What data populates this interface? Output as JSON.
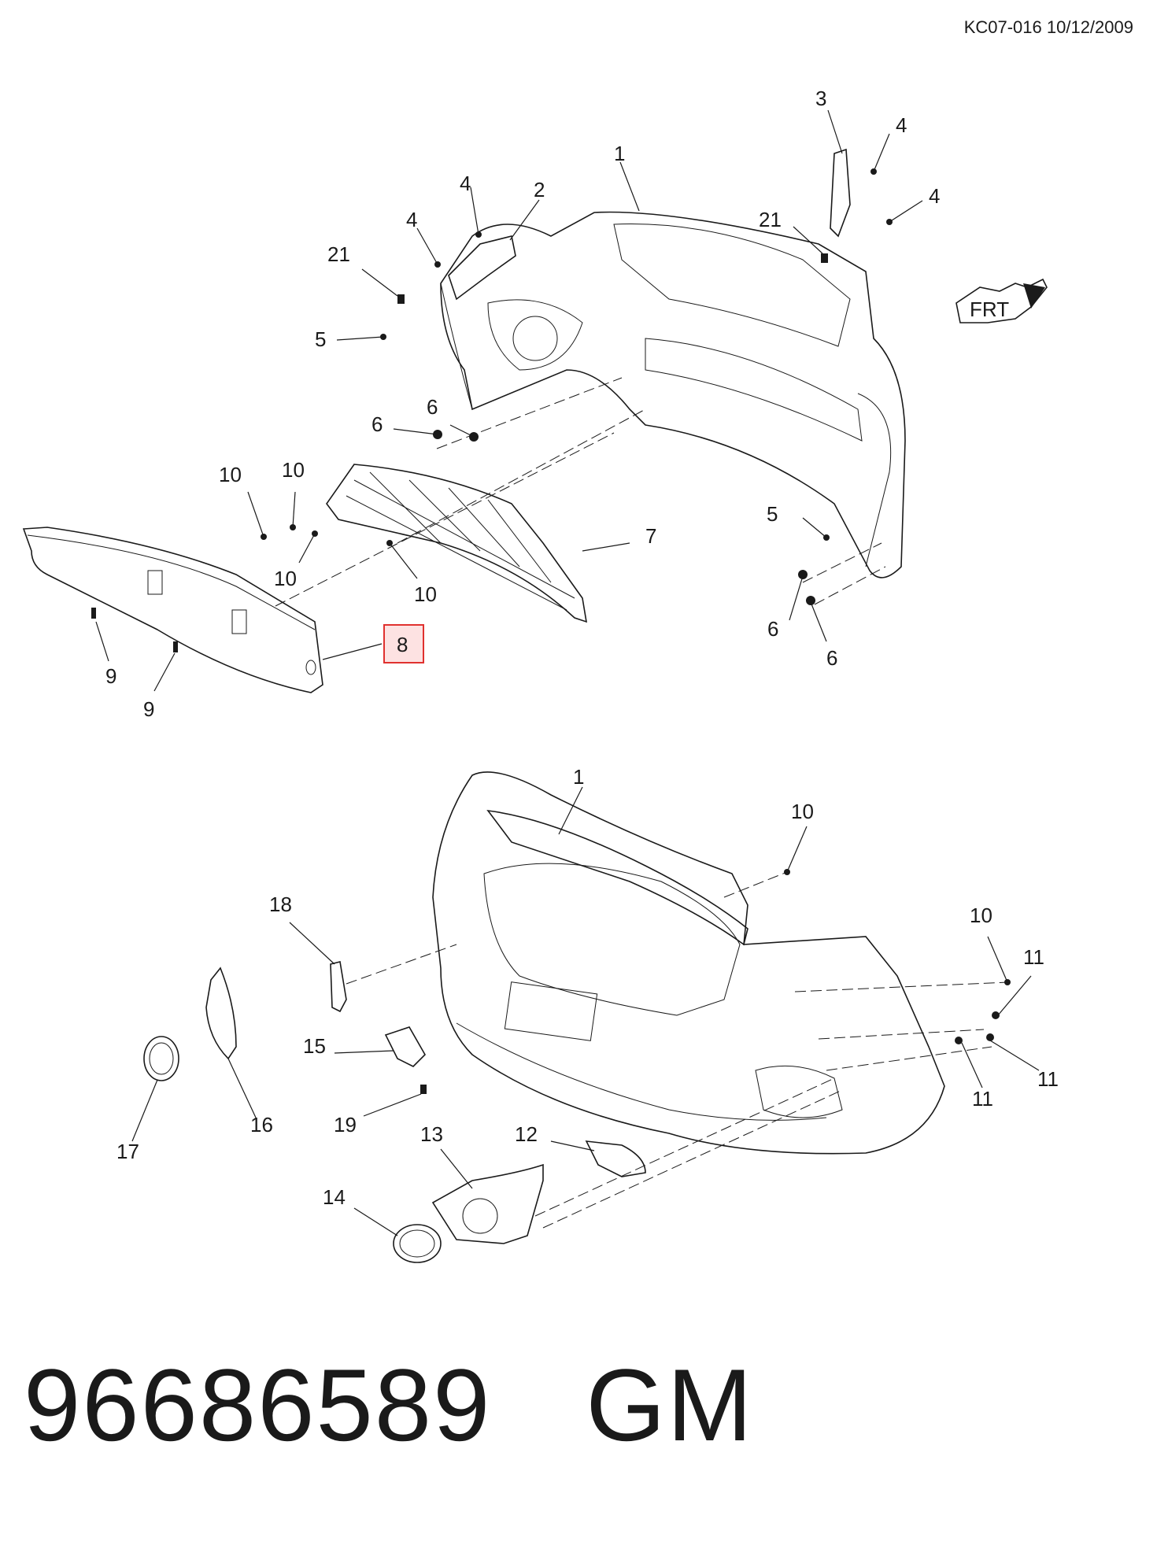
{
  "header": {
    "reference": "KC07-016 10/12/2009"
  },
  "highlight_color": "#e0312f",
  "upper_assembly": {
    "callouts": [
      {
        "id": "u1",
        "label": "1"
      },
      {
        "id": "u2",
        "label": "2"
      },
      {
        "id": "u3",
        "label": "3"
      },
      {
        "id": "u4a",
        "label": "4"
      },
      {
        "id": "u4b",
        "label": "4"
      },
      {
        "id": "u4c",
        "label": "4"
      },
      {
        "id": "u4d",
        "label": "4"
      },
      {
        "id": "u5a",
        "label": "5"
      },
      {
        "id": "u5b",
        "label": "5"
      },
      {
        "id": "u6a",
        "label": "6"
      },
      {
        "id": "u6b",
        "label": "6"
      },
      {
        "id": "u6c",
        "label": "6"
      },
      {
        "id": "u6d",
        "label": "6"
      },
      {
        "id": "u7",
        "label": "7"
      },
      {
        "id": "u8",
        "label": "8",
        "highlighted": true
      },
      {
        "id": "u9a",
        "label": "9"
      },
      {
        "id": "u9b",
        "label": "9"
      },
      {
        "id": "u10a",
        "label": "10"
      },
      {
        "id": "u10b",
        "label": "10"
      },
      {
        "id": "u10c",
        "label": "10"
      },
      {
        "id": "u10d",
        "label": "10"
      },
      {
        "id": "u21a",
        "label": "21"
      },
      {
        "id": "u21b",
        "label": "21"
      }
    ],
    "orientation_label": "FRT"
  },
  "lower_assembly": {
    "callouts": [
      {
        "id": "l1",
        "label": "1"
      },
      {
        "id": "l10a",
        "label": "10"
      },
      {
        "id": "l10b",
        "label": "10"
      },
      {
        "id": "l11a",
        "label": "11"
      },
      {
        "id": "l11b",
        "label": "11"
      },
      {
        "id": "l11c",
        "label": "11"
      },
      {
        "id": "l12",
        "label": "12"
      },
      {
        "id": "l13",
        "label": "13"
      },
      {
        "id": "l14",
        "label": "14"
      },
      {
        "id": "l15",
        "label": "15"
      },
      {
        "id": "l16",
        "label": "16"
      },
      {
        "id": "l17",
        "label": "17"
      },
      {
        "id": "l18",
        "label": "18"
      },
      {
        "id": "l19",
        "label": "19"
      }
    ]
  },
  "footer": {
    "part_number": "96686589",
    "brand": "GM"
  }
}
